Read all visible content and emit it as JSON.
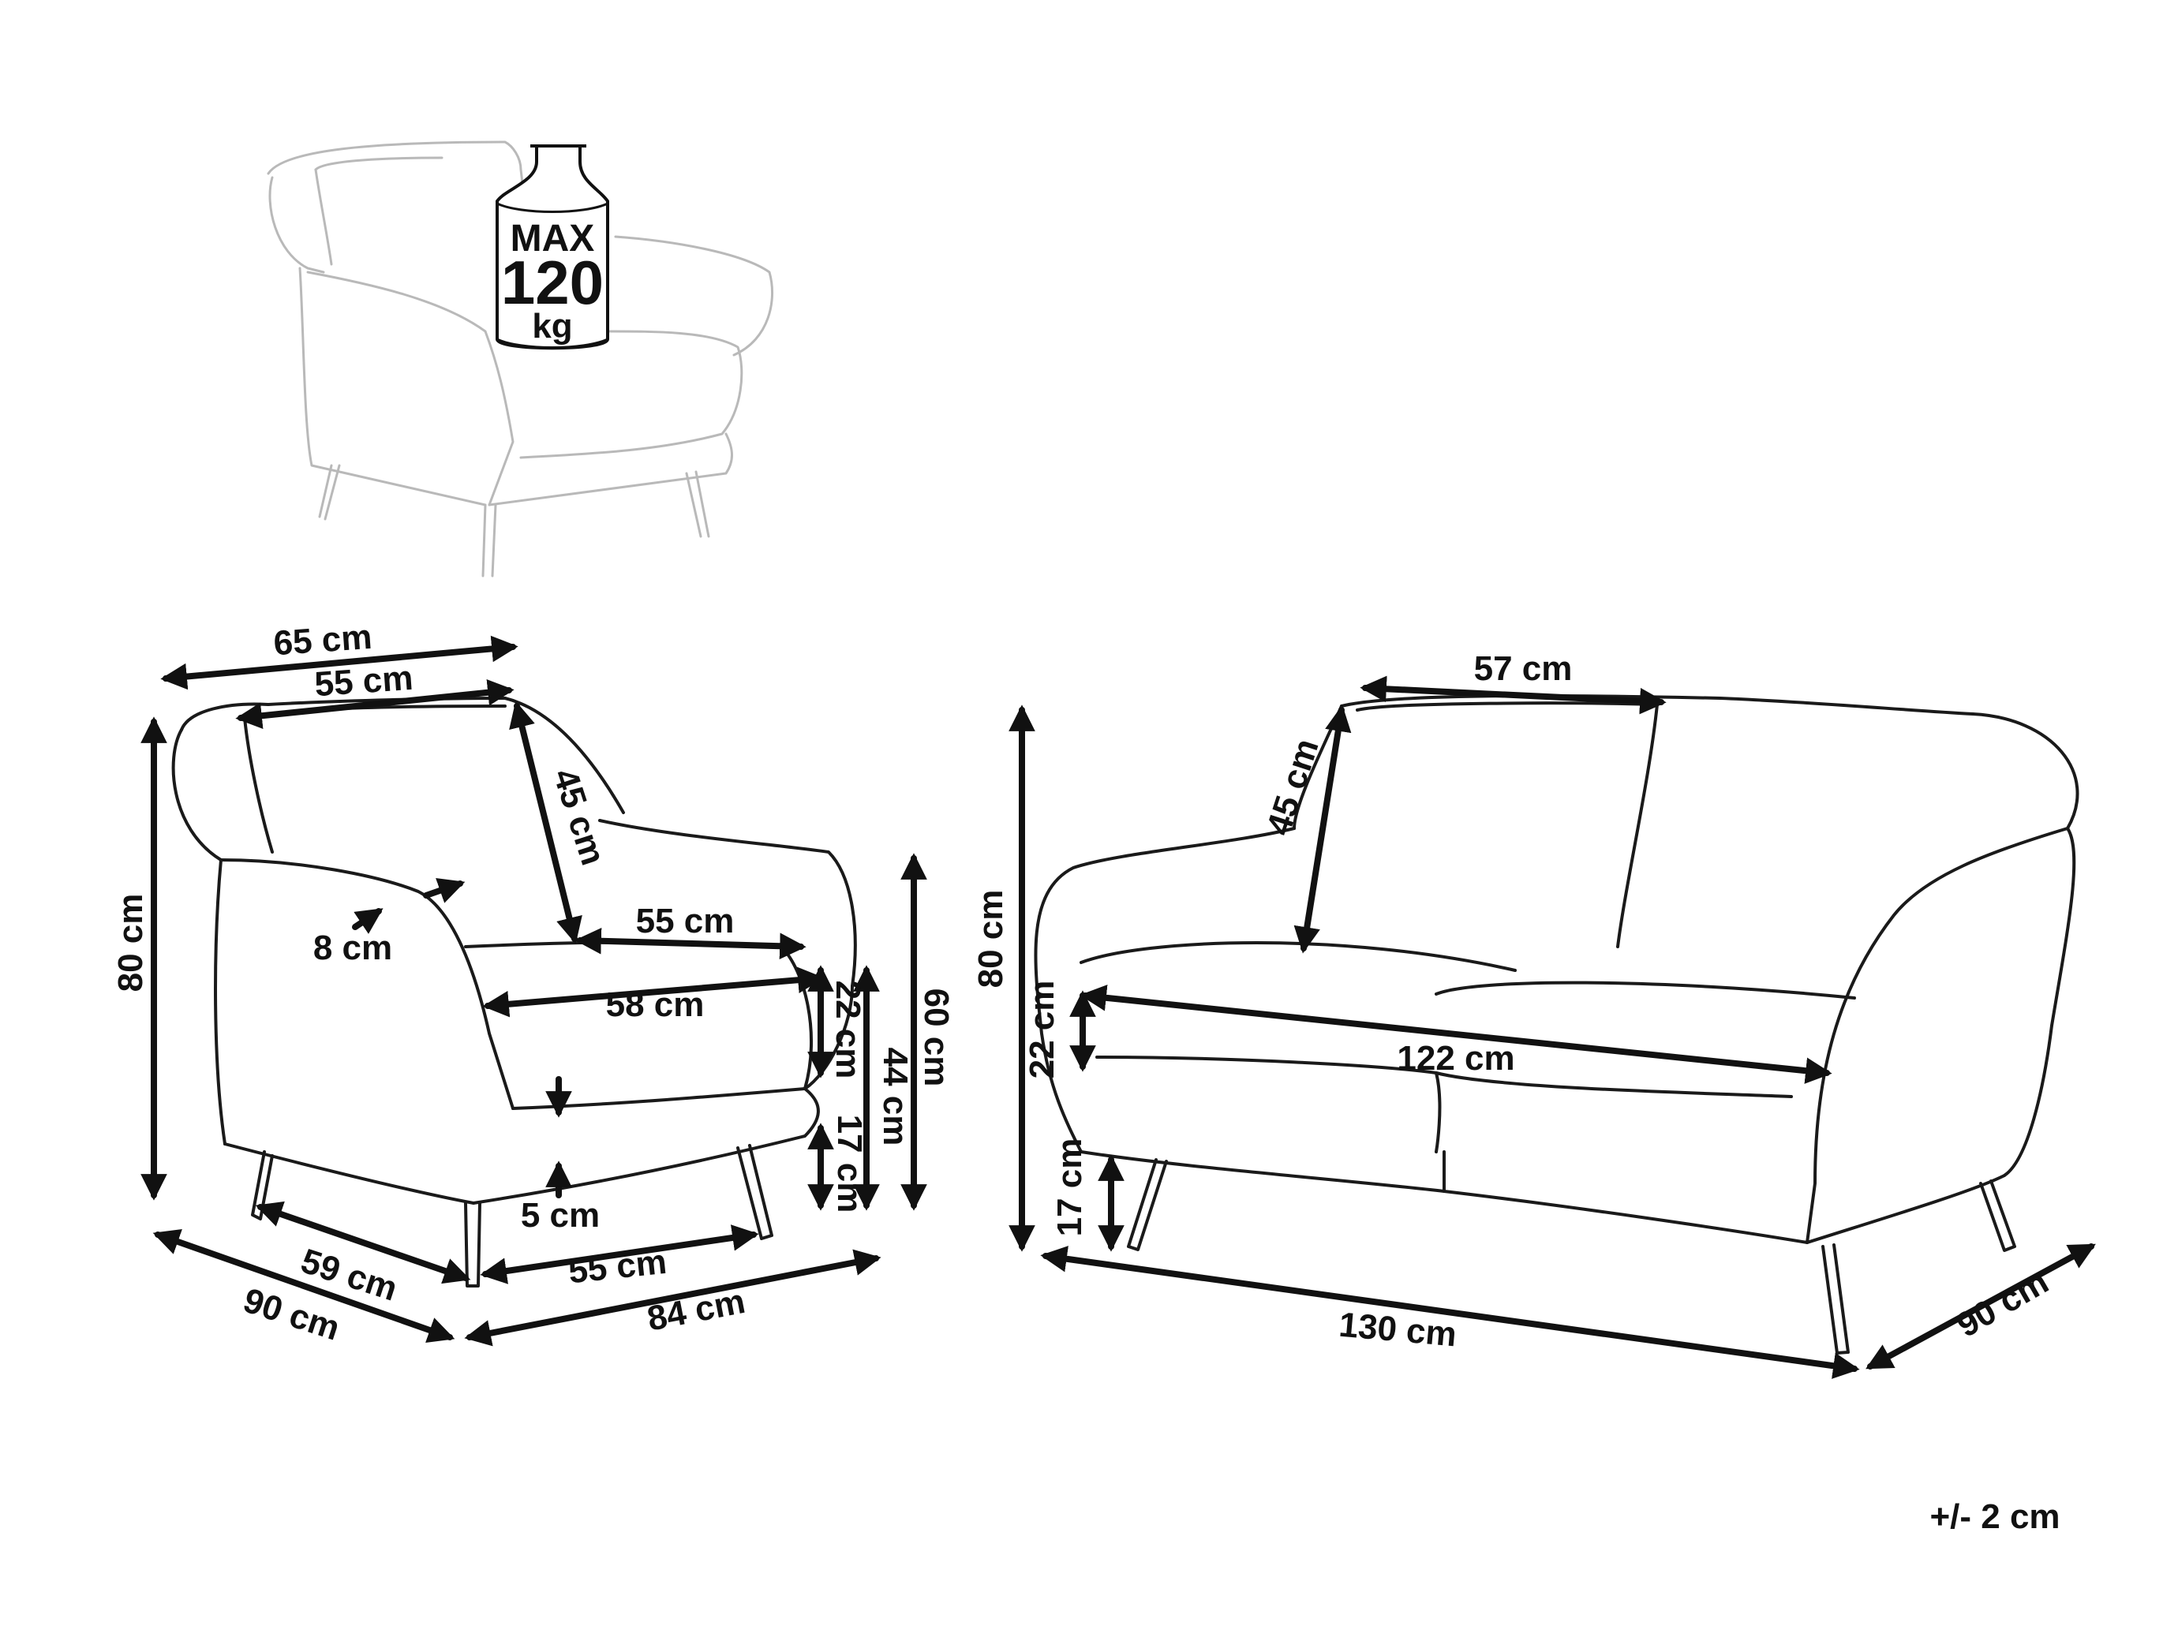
{
  "weight_badge": {
    "line1": "MAX",
    "line2": "120",
    "line3": "kg"
  },
  "armchair": {
    "width_total": "65 cm",
    "seat_back_width": "55 cm",
    "backrest_diag": "45 cm",
    "seat_depth": "55 cm",
    "arm_thickness": "8 cm",
    "seat_width": "58 cm",
    "height_total": "80 cm",
    "cushion_thickness": "22 cm",
    "seat_height": "44 cm",
    "arm_height": "60 cm",
    "leg_height": "17 cm",
    "front_leg_inset": "5 cm",
    "base_depth": "59 cm",
    "base_width": "55 cm",
    "depth_total": "90 cm",
    "width_base_total": "84 cm"
  },
  "sofa": {
    "back_cushion_width": "57 cm",
    "backrest_diag": "45 cm",
    "height_total": "80 cm",
    "cushion_thickness": "22 cm",
    "seat_width": "122 cm",
    "leg_height": "17 cm",
    "width_total": "130 cm",
    "depth_total": "90 cm"
  },
  "tolerance": "+/- 2 cm",
  "colors": {
    "line": "#111111",
    "ghost": "#b9b9b9",
    "background": "#ffffff"
  }
}
